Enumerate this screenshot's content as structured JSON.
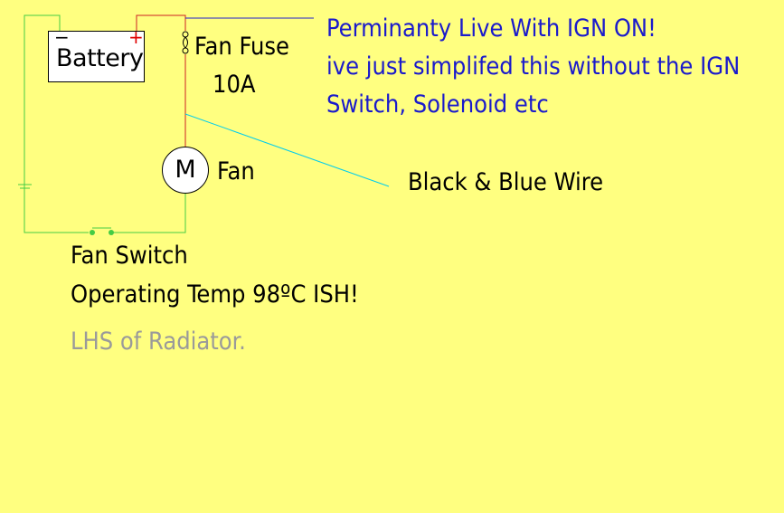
{
  "battery": {
    "label": "Battery",
    "neg_sign": "−",
    "pos_sign": "+"
  },
  "fuse": {
    "label": "Fan Fuse",
    "rating": "10A"
  },
  "motor": {
    "symbol": "M",
    "label": "Fan"
  },
  "notes": {
    "line1": "Perminanty Live With IGN ON!",
    "line2": "ive just simplifed this without the IGN",
    "line3": "Switch, Solenoid etc"
  },
  "wire_label": "Black & Blue Wire",
  "switch": {
    "label": "Fan Switch",
    "temp": "Operating Temp 98ºC ISH!",
    "location": "LHS of Radiator."
  },
  "colors": {
    "background": "#ffff80",
    "negative_wire": "#44cc44",
    "positive_wire": "#cc2222",
    "ign_wire": "#2222cc",
    "black_blue_wire": "#00ccee",
    "note_text": "#1a1acc",
    "location_text": "#9a9a9a"
  }
}
